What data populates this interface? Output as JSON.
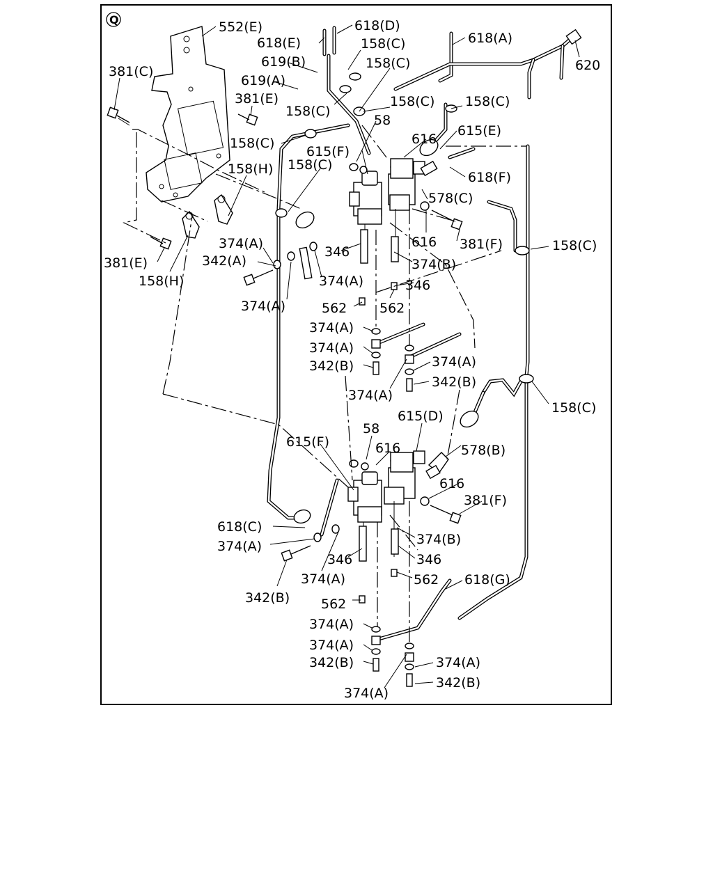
{
  "diagram": {
    "section_badge": "Q",
    "labels": {
      "l_552E": "552(E)",
      "l_618E": "618(E)",
      "l_618D": "618(D)",
      "l_618A": "618(A)",
      "l_620": "620",
      "l_158C_1": "158(C)",
      "l_158C_2": "158(C)",
      "l_619B": "619(B)",
      "l_619A": "619(A)",
      "l_381C": "381(C)",
      "l_381E_top": "381(E)",
      "l_158C_3": "158(C)",
      "l_158C_4": "158(C)",
      "l_158C_5": "158(C)",
      "l_58_top": "58",
      "l_158C_6": "158(C)",
      "l_616_top": "616",
      "l_615E": "615(E)",
      "l_615F_top": "615(F)",
      "l_158H_top": "158(H)",
      "l_158C_7": "158(C)",
      "l_618F": "618(F)",
      "l_578C": "578(C)",
      "l_616_mid": "616",
      "l_381F_top": "381(F)",
      "l_158C_8": "158(C)",
      "l_374A_1": "374(A)",
      "l_346_1": "346",
      "l_342A": "342(A)",
      "l_374B_top": "374(B)",
      "l_381E_left": "381(E)",
      "l_158H_left": "158(H)",
      "l_374A_2": "374(A)",
      "l_346_2": "346",
      "l_374A_3": "374(A)",
      "l_562_1": "562",
      "l_562_2": "562",
      "l_374A_4": "374(A)",
      "l_374A_5": "374(A)",
      "l_342B_1": "342(B)",
      "l_374A_6": "374(A)",
      "l_342B_2": "342(B)",
      "l_374A_7": "374(A)",
      "l_158C_9": "158(C)",
      "l_615D": "615(D)",
      "l_58_bot": "58",
      "l_615F_bot": "615(F)",
      "l_616_bot": "616",
      "l_578B": "578(B)",
      "l_616_bot2": "616",
      "l_381F_bot": "381(F)",
      "l_618C": "618(C)",
      "l_374A_8": "374(A)",
      "l_374B_bot": "374(B)",
      "l_346_3": "346",
      "l_346_4": "346",
      "l_342B_3": "342(B)",
      "l_374A_9": "374(A)",
      "l_562_3": "562",
      "l_618G": "618(G)",
      "l_562_4": "562",
      "l_374A_10": "374(A)",
      "l_374A_11": "374(A)",
      "l_342B_4": "342(B)",
      "l_374A_12": "374(A)",
      "l_342B_5": "342(B)",
      "l_374A_13": "374(A)"
    }
  }
}
